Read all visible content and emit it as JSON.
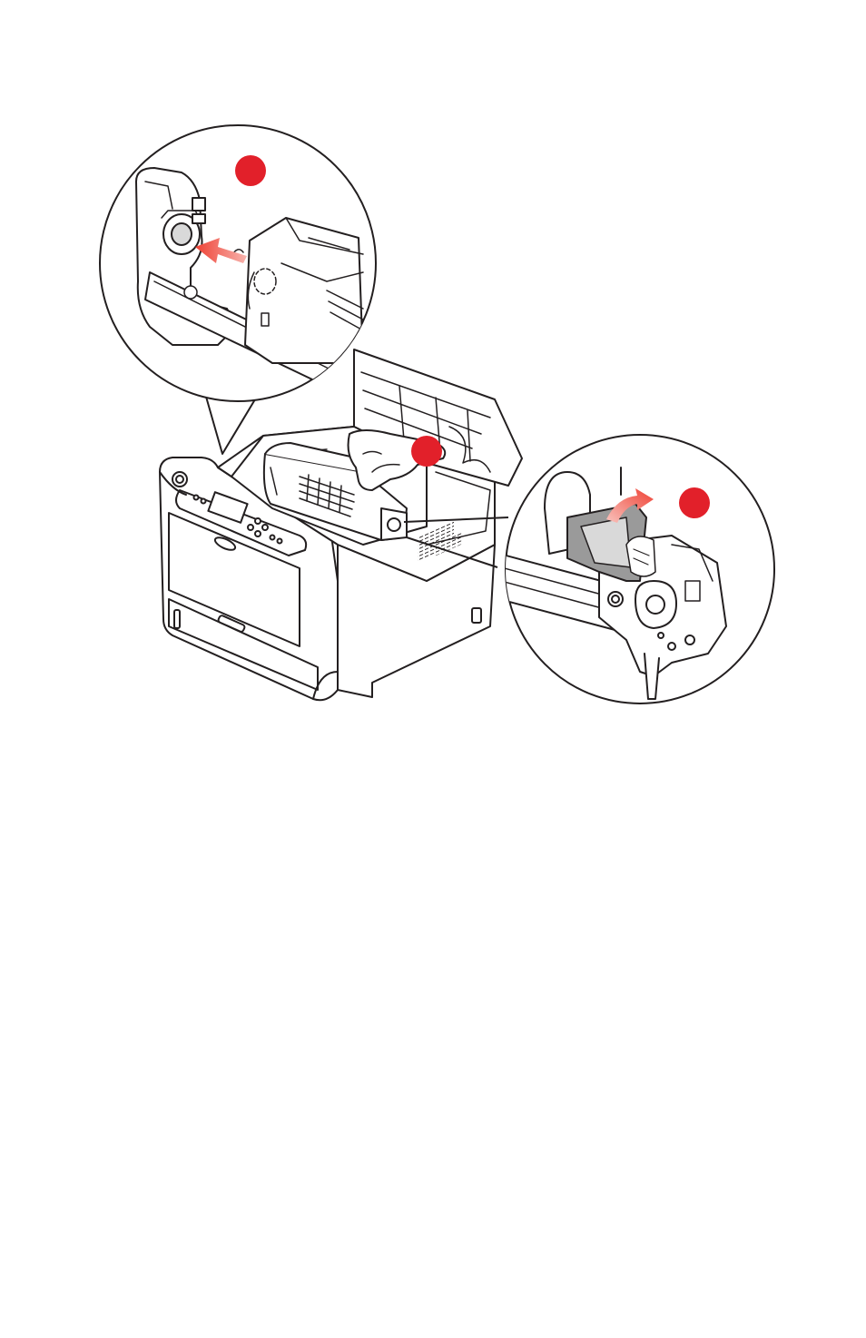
{
  "figure": {
    "description_visible_text": "",
    "colors": {
      "line": "#231f20",
      "callout_marker": "#e2202a",
      "arrow_fill": "#f0605a",
      "paper": "#ffffff",
      "shade": "#d9d9d9",
      "shade_dark": "#9a9a9a"
    },
    "callouts": [
      {
        "id": "a",
        "label": ""
      },
      {
        "id": "b",
        "label": ""
      },
      {
        "id": "c",
        "label": ""
      }
    ],
    "icons": {
      "printer": "printer-illustration",
      "toner": "toner-cartridge",
      "hand": "hand",
      "arrow": "direction-arrow",
      "lever": "lock-lever"
    }
  }
}
